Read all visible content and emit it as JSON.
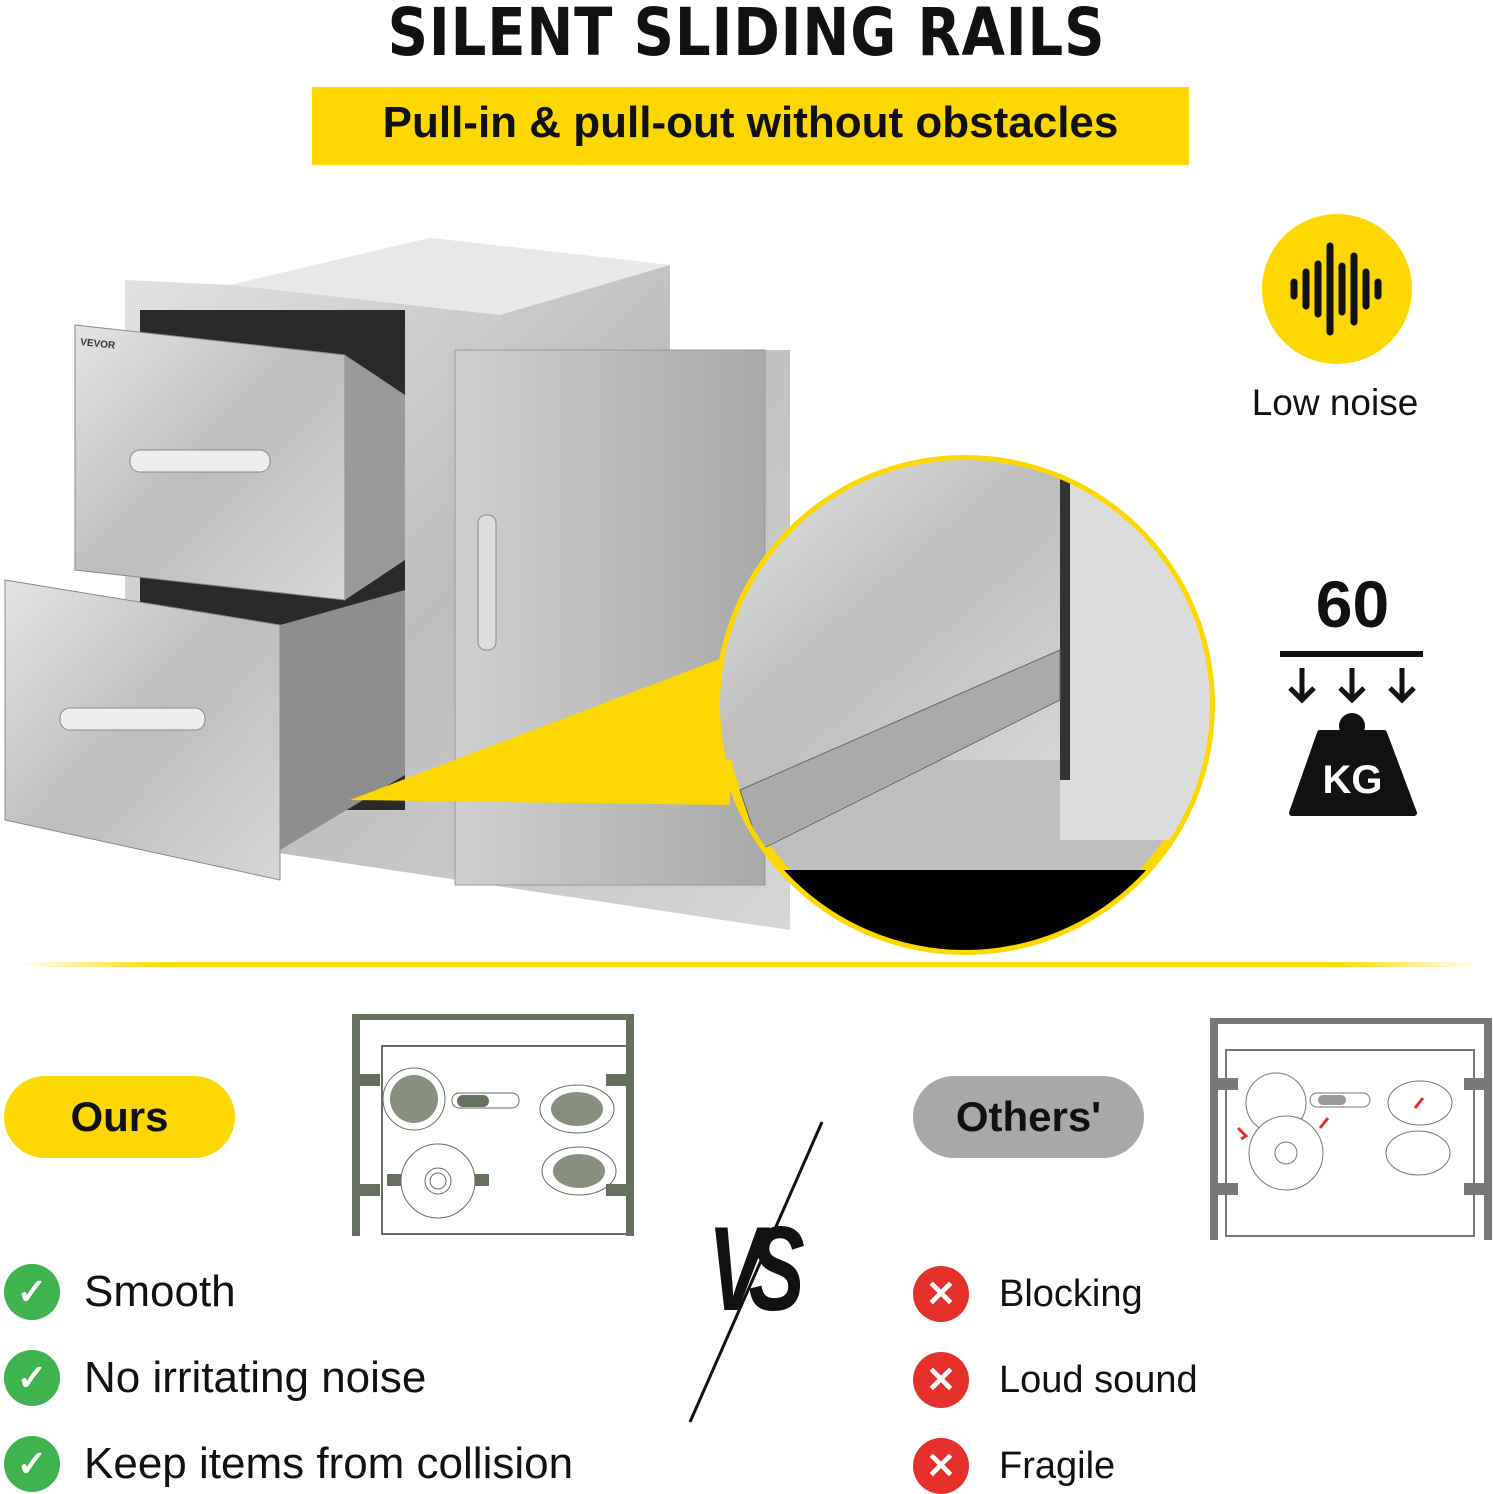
{
  "header": {
    "title": "SILENT SLIDING RAILS",
    "subtitle": "Pull-in & pull-out without obstacles"
  },
  "product": {
    "brand": "VEVOR"
  },
  "features": [
    {
      "icon": "sound-wave-icon",
      "label": "Low noise"
    },
    {
      "icon": "weight-kg-icon",
      "value": "60",
      "unit": "KG"
    }
  ],
  "comparison": {
    "ours": {
      "label": "Ours",
      "items": [
        "Smooth",
        "No irritating noise",
        "Keep items from collision"
      ]
    },
    "vs": "VS",
    "others": {
      "label": "Others'",
      "items": [
        "Blocking",
        "Loud sound",
        "Fragile"
      ]
    }
  },
  "colors": {
    "accent": "#fcd800",
    "good": "#3fb34f",
    "bad": "#e5302c",
    "diagram": "#66705f"
  }
}
